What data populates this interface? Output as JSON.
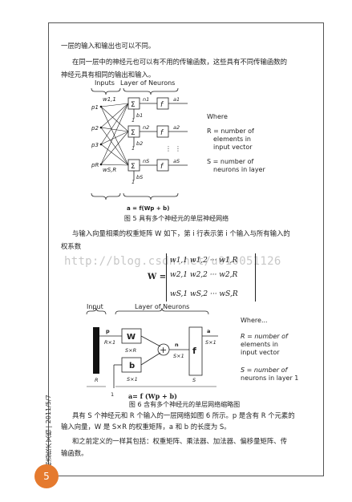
{
  "sidebar_text": "分类精选技术文档 | 2011/5/7",
  "paragraphs": {
    "p1": "一层的输入和输出也可以不同。",
    "p2a": "在同一层中的神经元也可以有不用的传输函数，这些具有不同传输函数的",
    "p2b": "神经元具有相同的输出和输入。",
    "p3a": "与输入向量相乘的权重矩阵 W 如下，第 i 行表示第 i 个输入与所有输入的",
    "p3b": "权系数",
    "p4a": "具有 S 个神经元和 R 个输入的一层网络如图 6 所示。p 是含有 R 个元素的",
    "p4b": "输入向量，W 是 S×R 的权重矩阵，a 和 b 的长度为 S。",
    "p5a": "和之前定义的一样其包括：权重矩阵、乘法器、加法器、偏移量矩阵、传",
    "p5b": "输函数。"
  },
  "figure5": {
    "inputs_label": "Inputs",
    "layer_label": "Layer of Neurons",
    "where": "Where",
    "r_def_1": "R = number of",
    "r_def_2": "elements in",
    "r_def_3": "input vector",
    "s_def_1": "S = number of",
    "s_def_2": "neurons in layer",
    "equation": "a = f(Wp + b)",
    "caption": "图 5 具有多个神经元的单层神经网络"
  },
  "figure6": {
    "input_label": "Input",
    "layer_label": "Layer of Neurons",
    "where": "Where...",
    "r_def_1": "R = number of",
    "r_def_2": "elements in",
    "r_def_3": "input vector",
    "s_def_1": "S = number of",
    "s_def_2": "neurons in layer 1",
    "equation": "a= f (Wp + b)",
    "caption": "图 6 含有多个神经元的单层网络缩略图"
  },
  "matrix": {
    "lhs": "W =",
    "r1": "w1,1  w1,2  ···  w1,R",
    "r2": "w2,1  w2,2  ···  w2,R",
    "r3": "wS,1  wS,2  ···  wS,R"
  },
  "watermark": "http://blog.csdn.net/u010051126",
  "page_number": "5",
  "colors": {
    "accent": "#e57a2e",
    "frame": "#555555"
  }
}
